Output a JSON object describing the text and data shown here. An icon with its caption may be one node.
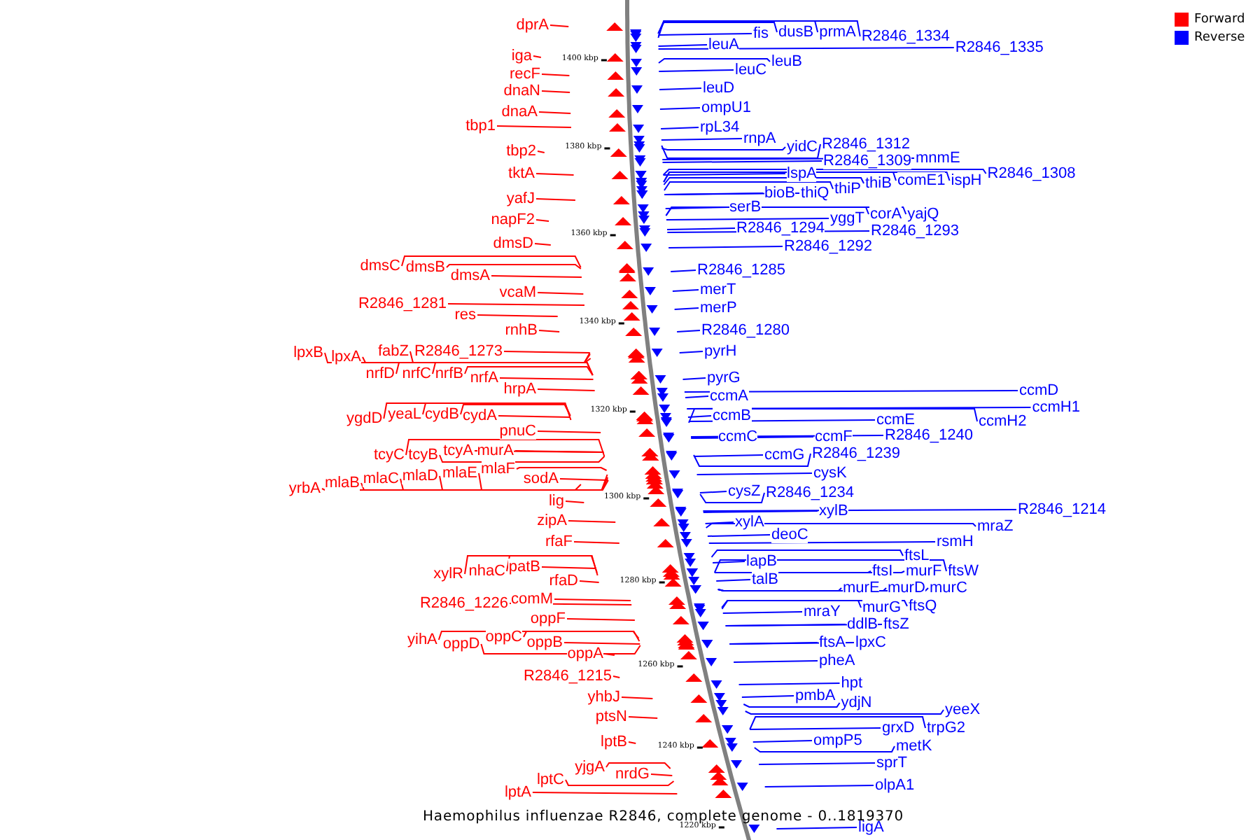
{
  "diagram": {
    "caption": "Haemophilus influenzae R2846, complete genome - 0..1819370",
    "nodes": [
      {
        "text": [
          "dprA"
        ]
      },
      {
        "text": [
          "iga"
        ]
      },
      {
        "text": [
          "recF"
        ]
      },
      {
        "text": [
          "dnaN"
        ]
      },
      {
        "text": [
          "dnaA"
        ]
      },
      {
        "text": [
          "tbp1"
        ]
      },
      {
        "text": [
          "tbp2"
        ]
      },
      {
        "text": [
          "tktA"
        ]
      },
      {
        "text": [
          "yafJ"
        ]
      },
      {
        "text": [
          "napF2"
        ]
      },
      {
        "text": [
          "dmsD"
        ]
      },
      {
        "text": [
          "dmsC"
        ]
      },
      {
        "text": [
          "dmsB"
        ]
      },
      {
        "text": [
          "dmsA"
        ]
      },
      {
        "text": [
          "vcaM"
        ]
      },
      {
        "text": [
          "R2846_1281"
        ]
      },
      {
        "text": [
          "res"
        ]
      },
      {
        "text": [
          "rnhB"
        ]
      },
      {
        "text": [
          "lpxB"
        ]
      },
      {
        "text": [
          "lpxA"
        ]
      },
      {
        "text": [
          "fabZ"
        ]
      },
      {
        "text": [
          "R2846_1273"
        ]
      },
      {
        "text": [
          "nrfD"
        ]
      },
      {
        "text": [
          "nrfC"
        ]
      },
      {
        "text": [
          "nrfB"
        ]
      },
      {
        "text": [
          "nrfA"
        ]
      },
      {
        "text": [
          "hrpA"
        ]
      },
      {
        "text": [
          "ygdD"
        ]
      },
      {
        "text": [
          "yeaL"
        ]
      },
      {
        "text": [
          "cydB"
        ]
      },
      {
        "text": [
          "cydA"
        ]
      },
      {
        "text": [
          "pnuC"
        ]
      },
      {
        "text": [
          "tcyC"
        ]
      },
      {
        "text": [
          "tcyB"
        ]
      },
      {
        "text": [
          "tcyA"
        ]
      },
      {
        "text": [
          "murA"
        ]
      },
      {
        "text": [
          "yrbA"
        ]
      },
      {
        "text": [
          "mlaB"
        ]
      },
      {
        "text": [
          "mlaC"
        ]
      },
      {
        "text": [
          "mlaD"
        ]
      },
      {
        "text": [
          "mlaE"
        ]
      },
      {
        "text": [
          "mlaF"
        ]
      },
      {
        "text": [
          "sodA"
        ]
      },
      {
        "text": [
          "lig"
        ]
      },
      {
        "text": [
          "zipA"
        ]
      },
      {
        "text": [
          "rfaF"
        ]
      },
      {
        "text": [
          "xylR"
        ]
      },
      {
        "text": [
          "nhaC"
        ]
      },
      {
        "text": [
          "patB"
        ]
      },
      {
        "text": [
          "rfaD"
        ]
      },
      {
        "text": [
          "R2846_1226"
        ]
      },
      {
        "text": [
          "comM"
        ]
      },
      {
        "text": [
          "oppF"
        ]
      },
      {
        "text": [
          "yihA"
        ]
      },
      {
        "text": [
          "oppD"
        ]
      },
      {
        "text": [
          "oppC"
        ]
      },
      {
        "text": [
          "oppB"
        ]
      },
      {
        "text": [
          "oppA"
        ]
      },
      {
        "text": [
          "R2846_1215"
        ]
      },
      {
        "text": [
          "yhbJ"
        ]
      },
      {
        "text": [
          "ptsN"
        ]
      },
      {
        "text": [
          "lptB"
        ]
      },
      {
        "text": [
          "yjgA"
        ]
      },
      {
        "text": [
          "lptC"
        ]
      },
      {
        "text": [
          "lptA"
        ]
      },
      {
        "text": [
          "nrdG"
        ]
      },
      {
        "text": [
          "fis"
        ]
      },
      {
        "text": [
          "dusB"
        ]
      },
      {
        "text": [
          "prmA"
        ]
      },
      {
        "text": [
          "R2846_1334"
        ]
      },
      {
        "text": [
          "R2846_1335"
        ]
      },
      {
        "text": [
          "leuA"
        ]
      },
      {
        "text": [
          "leuB"
        ]
      },
      {
        "text": [
          "leuC"
        ]
      },
      {
        "text": [
          "leuD"
        ]
      },
      {
        "text": [
          "ompU1"
        ]
      },
      {
        "text": [
          "rpL34"
        ]
      },
      {
        "text": [
          "rnpA"
        ]
      },
      {
        "text": [
          "yidC"
        ]
      },
      {
        "text": [
          "R2846_1312"
        ]
      },
      {
        "text": [
          "R2846_1309"
        ]
      },
      {
        "text": [
          "mnmE"
        ]
      },
      {
        "text": [
          "lspA"
        ]
      },
      {
        "text": [
          "R2846_1308"
        ]
      },
      {
        "text": [
          "bioB"
        ]
      },
      {
        "text": [
          "thiQ"
        ]
      },
      {
        "text": [
          "thiP"
        ]
      },
      {
        "text": [
          "thiB"
        ]
      },
      {
        "text": [
          "comE1"
        ]
      },
      {
        "text": [
          "ispH"
        ]
      },
      {
        "text": [
          "serB"
        ]
      },
      {
        "text": [
          "yggT"
        ]
      },
      {
        "text": [
          "corA"
        ]
      },
      {
        "text": [
          "yajQ"
        ]
      },
      {
        "text": [
          "R2846_1294"
        ]
      },
      {
        "text": [
          "R2846_1293"
        ]
      },
      {
        "text": [
          "R2846_1292"
        ]
      },
      {
        "text": [
          "R2846_1285"
        ]
      },
      {
        "text": [
          "merT"
        ]
      },
      {
        "text": [
          "merP"
        ]
      },
      {
        "text": [
          "R2846_1280"
        ]
      },
      {
        "text": [
          "pyrH"
        ]
      },
      {
        "text": [
          "pyrG"
        ]
      },
      {
        "text": [
          "ccmA"
        ]
      },
      {
        "text": [
          "ccmB"
        ]
      },
      {
        "text": [
          "ccmC"
        ]
      },
      {
        "text": [
          "ccmD"
        ]
      },
      {
        "text": [
          "ccmH1"
        ]
      },
      {
        "text": [
          "ccmE"
        ]
      },
      {
        "text": [
          "ccmH2"
        ]
      },
      {
        "text": [
          "ccmF"
        ]
      },
      {
        "text": [
          "R2846_1240"
        ]
      },
      {
        "text": [
          "ccmG"
        ]
      },
      {
        "text": [
          "R2846_1239"
        ]
      },
      {
        "text": [
          "cysK"
        ]
      },
      {
        "text": [
          "cysZ"
        ]
      },
      {
        "text": [
          "R2846_1234"
        ]
      },
      {
        "text": [
          "xylA"
        ]
      },
      {
        "text": [
          "xylB"
        ]
      },
      {
        "text": [
          "R2846_1214"
        ]
      },
      {
        "text": [
          "deoC"
        ]
      },
      {
        "text": [
          "mraZ"
        ]
      },
      {
        "text": [
          "rsmH"
        ]
      },
      {
        "text": [
          "lapB"
        ]
      },
      {
        "text": [
          "ftsL"
        ]
      },
      {
        "text": [
          "talB"
        ]
      },
      {
        "text": [
          "ftsI"
        ]
      },
      {
        "text": [
          "murF"
        ]
      },
      {
        "text": [
          "ftsW"
        ]
      },
      {
        "text": [
          "murE"
        ]
      },
      {
        "text": [
          "murD"
        ]
      },
      {
        "text": [
          "murC"
        ]
      },
      {
        "text": [
          "mraY"
        ]
      },
      {
        "text": [
          "murG"
        ]
      },
      {
        "text": [
          "ftsQ"
        ]
      },
      {
        "text": [
          "ddlB"
        ]
      },
      {
        "text": [
          "ftsZ"
        ]
      },
      {
        "text": [
          "ftsA"
        ]
      },
      {
        "text": [
          "lpxC"
        ]
      },
      {
        "text": [
          "pheA"
        ]
      },
      {
        "text": [
          "hpt"
        ]
      },
      {
        "text": [
          "pmbA"
        ]
      },
      {
        "text": [
          "ydjN"
        ]
      },
      {
        "text": [
          "yeeX"
        ]
      },
      {
        "text": [
          "grxD"
        ]
      },
      {
        "text": [
          "trpG2"
        ]
      },
      {
        "text": [
          "ompP5"
        ]
      },
      {
        "text": [
          "metK"
        ]
      },
      {
        "text": [
          "sprT"
        ]
      },
      {
        "text": [
          "olpA1"
        ]
      },
      {
        "text": [
          "ligA"
        ]
      }
    ],
    "edges": [
      {
        "from": 0,
        "to": null,
        "arrow": "none",
        "color": "#ff0000"
      },
      {
        "from": 1,
        "to": null,
        "arrow": "none",
        "color": "#ff0000"
      },
      {
        "from": 2,
        "to": null,
        "arrow": "none",
        "color": "#ff0000"
      },
      {
        "from": 3,
        "to": null,
        "arrow": "none",
        "color": "#ff0000"
      },
      {
        "from": 4,
        "to": null,
        "arrow": "none",
        "color": "#ff0000"
      },
      {
        "from": 5,
        "to": null,
        "arrow": "none",
        "color": "#ff0000"
      },
      {
        "from": 6,
        "to": null,
        "arrow": "none",
        "color": "#ff0000"
      },
      {
        "from": 7,
        "to": null,
        "arrow": "none",
        "color": "#ff0000"
      },
      {
        "from": 8,
        "to": null,
        "arrow": "none",
        "color": "#ff0000"
      },
      {
        "from": 9,
        "to": null,
        "arrow": "none",
        "color": "#ff0000"
      },
      {
        "from": 10,
        "to": null,
        "arrow": "none",
        "color": "#ff0000"
      },
      {
        "from": 11,
        "to": null,
        "arrow": "none",
        "color": "#ff0000"
      },
      {
        "from": 12,
        "to": null,
        "arrow": "none",
        "color": "#ff0000"
      },
      {
        "from": 13,
        "to": null,
        "arrow": "none",
        "color": "#ff0000"
      },
      {
        "from": 14,
        "to": null,
        "arrow": "none",
        "color": "#ff0000"
      },
      {
        "from": 15,
        "to": null,
        "arrow": "none",
        "color": "#ff0000"
      },
      {
        "from": 16,
        "to": null,
        "arrow": "none",
        "color": "#ff0000"
      },
      {
        "from": 17,
        "to": null,
        "arrow": "none",
        "color": "#ff0000"
      },
      {
        "from": 18,
        "to": null,
        "arrow": "none",
        "color": "#ff0000"
      },
      {
        "from": 19,
        "to": null,
        "arrow": "none",
        "color": "#ff0000"
      },
      {
        "from": 20,
        "to": null,
        "arrow": "none",
        "color": "#ff0000"
      },
      {
        "from": 21,
        "to": null,
        "arrow": "none",
        "color": "#ff0000"
      },
      {
        "from": 22,
        "to": null,
        "arrow": "none",
        "color": "#ff0000"
      },
      {
        "from": 23,
        "to": null,
        "arrow": "none",
        "color": "#ff0000"
      },
      {
        "from": 24,
        "to": null,
        "arrow": "none",
        "color": "#ff0000"
      },
      {
        "from": 25,
        "to": null,
        "arrow": "none",
        "color": "#ff0000"
      },
      {
        "from": 26,
        "to": null,
        "arrow": "none",
        "color": "#ff0000"
      },
      {
        "from": 27,
        "to": null,
        "arrow": "none",
        "color": "#ff0000"
      },
      {
        "from": 28,
        "to": null,
        "arrow": "none",
        "color": "#ff0000"
      },
      {
        "from": 29,
        "to": null,
        "arrow": "none",
        "color": "#ff0000"
      },
      {
        "from": 30,
        "to": null,
        "arrow": "none",
        "color": "#ff0000"
      },
      {
        "from": 31,
        "to": null,
        "arrow": "none",
        "color": "#ff0000"
      },
      {
        "from": 32,
        "to": null,
        "arrow": "none",
        "color": "#ff0000"
      },
      {
        "from": 33,
        "to": null,
        "arrow": "none",
        "color": "#ff0000"
      },
      {
        "from": 34,
        "to": null,
        "arrow": "none",
        "color": "#ff0000"
      },
      {
        "from": 35,
        "to": null,
        "arrow": "none",
        "color": "#ff0000"
      },
      {
        "from": 36,
        "to": null,
        "arrow": "none",
        "color": "#ff0000"
      },
      {
        "from": 37,
        "to": null,
        "arrow": "none",
        "color": "#ff0000"
      },
      {
        "from": 38,
        "to": null,
        "arrow": "none",
        "color": "#ff0000"
      },
      {
        "from": 39,
        "to": null,
        "arrow": "none",
        "color": "#ff0000"
      },
      {
        "from": 40,
        "to": null,
        "arrow": "none",
        "color": "#ff0000"
      },
      {
        "from": 41,
        "to": null,
        "arrow": "none",
        "color": "#ff0000"
      },
      {
        "from": 42,
        "to": null,
        "arrow": "none",
        "color": "#ff0000"
      },
      {
        "from": 43,
        "to": null,
        "arrow": "none",
        "color": "#ff0000"
      },
      {
        "from": 44,
        "to": null,
        "arrow": "none",
        "color": "#ff0000"
      },
      {
        "from": 45,
        "to": null,
        "arrow": "none",
        "color": "#ff0000"
      },
      {
        "from": 46,
        "to": null,
        "arrow": "none",
        "color": "#ff0000"
      },
      {
        "from": 47,
        "to": null,
        "arrow": "none",
        "color": "#ff0000"
      },
      {
        "from": 48,
        "to": null,
        "arrow": "none",
        "color": "#ff0000"
      },
      {
        "from": 49,
        "to": null,
        "arrow": "none",
        "color": "#ff0000"
      },
      {
        "from": 50,
        "to": null,
        "arrow": "none",
        "color": "#ff0000"
      },
      {
        "from": 51,
        "to": null,
        "arrow": "none",
        "color": "#ff0000"
      },
      {
        "from": 52,
        "to": null,
        "arrow": "none",
        "color": "#ff0000"
      },
      {
        "from": 53,
        "to": null,
        "arrow": "none",
        "color": "#ff0000"
      },
      {
        "from": 54,
        "to": null,
        "arrow": "none",
        "color": "#ff0000"
      },
      {
        "from": 55,
        "to": null,
        "arrow": "none",
        "color": "#ff0000"
      },
      {
        "from": 56,
        "to": null,
        "arrow": "none",
        "color": "#ff0000"
      },
      {
        "from": 57,
        "to": null,
        "arrow": "none",
        "color": "#ff0000"
      },
      {
        "from": 58,
        "to": null,
        "arrow": "none",
        "color": "#ff0000"
      },
      {
        "from": 59,
        "to": null,
        "arrow": "none",
        "color": "#ff0000"
      },
      {
        "from": 60,
        "to": null,
        "arrow": "none",
        "color": "#ff0000"
      },
      {
        "from": 61,
        "to": null,
        "arrow": "none",
        "color": "#ff0000"
      },
      {
        "from": 62,
        "to": null,
        "arrow": "none",
        "color": "#ff0000"
      },
      {
        "from": 63,
        "to": null,
        "arrow": "none",
        "color": "#ff0000"
      },
      {
        "from": 64,
        "to": null,
        "arrow": "none",
        "color": "#ff0000"
      },
      {
        "from": 65,
        "to": null,
        "arrow": "none",
        "color": "#ff0000"
      },
      {
        "from": 66,
        "to": null,
        "arrow": "none"
      },
      {
        "from": 67,
        "to": null,
        "arrow": "none"
      },
      {
        "from": 68,
        "to": null,
        "arrow": "none"
      },
      {
        "from": 69,
        "to": null,
        "arrow": "none"
      },
      {
        "from": 70,
        "to": null,
        "arrow": "none"
      },
      {
        "from": 71,
        "to": null,
        "arrow": "none"
      },
      {
        "from": 72,
        "to": null,
        "arrow": "none"
      },
      {
        "from": 73,
        "to": null,
        "arrow": "none"
      },
      {
        "from": 74,
        "to": null,
        "arrow": "none"
      },
      {
        "from": 75,
        "to": null,
        "arrow": "none"
      },
      {
        "from": 76,
        "to": null,
        "arrow": "none"
      },
      {
        "from": 77,
        "to": null,
        "arrow": "none"
      },
      {
        "from": 78,
        "to": null,
        "arrow": "none"
      },
      {
        "from": 79,
        "to": null,
        "arrow": "none"
      },
      {
        "from": 80,
        "to": null,
        "arrow": "none"
      },
      {
        "from": 81,
        "to": null,
        "arrow": "none"
      },
      {
        "from": 82,
        "to": null,
        "arrow": "none"
      },
      {
        "from": 83,
        "to": null,
        "arrow": "none"
      },
      {
        "from": 84,
        "to": null,
        "arrow": "none"
      },
      {
        "from": 85,
        "to": null,
        "arrow": "none"
      },
      {
        "from": 86,
        "to": null,
        "arrow": "none"
      },
      {
        "from": 87,
        "to": null,
        "arrow": "none"
      },
      {
        "from": 88,
        "to": null,
        "arrow": "none"
      },
      {
        "from": 89,
        "to": null,
        "arrow": "none"
      },
      {
        "from": 90,
        "to": null,
        "arrow": "none"
      },
      {
        "from": 91,
        "to": null,
        "arrow": "none"
      },
      {
        "from": 92,
        "to": null,
        "arrow": "none"
      },
      {
        "from": 93,
        "to": null,
        "arrow": "none"
      },
      {
        "from": 94,
        "to": null,
        "arrow": "none"
      },
      {
        "from": 95,
        "to": null,
        "arrow": "none"
      },
      {
        "from": 96,
        "to": null,
        "arrow": "none"
      },
      {
        "from": 97,
        "to": null,
        "arrow": "none"
      },
      {
        "from": 98,
        "to": null,
        "arrow": "none"
      },
      {
        "from": 99,
        "to": null,
        "arrow": "none"
      },
      {
        "from": 100,
        "to": null,
        "arrow": "none"
      },
      {
        "from": 101,
        "to": null,
        "arrow": "none"
      },
      {
        "from": 102,
        "to": null,
        "arrow": "none"
      },
      {
        "from": 103,
        "to": null,
        "arrow": "none"
      },
      {
        "from": 104,
        "to": null,
        "arrow": "none"
      },
      {
        "from": 105,
        "to": null,
        "arrow": "none"
      },
      {
        "from": 106,
        "to": null,
        "arrow": "none"
      },
      {
        "from": 107,
        "to": null,
        "arrow": "none"
      },
      {
        "from": 108,
        "to": null,
        "arrow": "none"
      },
      {
        "from": 109,
        "to": null,
        "arrow": "none"
      },
      {
        "from": 110,
        "to": null,
        "arrow": "none"
      },
      {
        "from": 111,
        "to": null,
        "arrow": "none"
      },
      {
        "from": 112,
        "to": null,
        "arrow": "none"
      },
      {
        "from": 113,
        "to": null,
        "arrow": "none"
      },
      {
        "from": 114,
        "to": null,
        "arrow": "none"
      },
      {
        "from": 115,
        "to": null,
        "arrow": "none"
      },
      {
        "from": 116,
        "to": null,
        "arrow": "none"
      },
      {
        "from": 117,
        "to": null,
        "arrow": "none"
      },
      {
        "from": 118,
        "to": null,
        "arrow": "none"
      },
      {
        "from": 119,
        "to": null,
        "arrow": "none"
      },
      {
        "from": 120,
        "to": null,
        "arrow": "none"
      },
      {
        "from": 121,
        "to": null,
        "arrow": "none"
      },
      {
        "from": 122,
        "to": null,
        "arrow": "none"
      },
      {
        "from": 123,
        "to": null,
        "arrow": "none"
      },
      {
        "from": 124,
        "to": null,
        "arrow": "none"
      },
      {
        "from": 125,
        "to": null,
        "arrow": "none"
      },
      {
        "from": 126,
        "to": null,
        "arrow": "none"
      },
      {
        "from": 127,
        "to": null,
        "arrow": "none"
      },
      {
        "from": 128,
        "to": null,
        "arrow": "none"
      },
      {
        "from": 129,
        "to": null,
        "arrow": "none"
      },
      {
        "from": 130,
        "to": null,
        "arrow": "none"
      },
      {
        "from": 131,
        "to": null,
        "arrow": "none"
      },
      {
        "from": 132,
        "to": null,
        "arrow": "none"
      },
      {
        "from": 133,
        "to": null,
        "arrow": "none"
      },
      {
        "from": 134,
        "to": null,
        "arrow": "none"
      },
      {
        "from": 135,
        "to": null,
        "arrow": "none"
      },
      {
        "from": 136,
        "to": null,
        "arrow": "none"
      },
      {
        "from": 137,
        "to": null,
        "arrow": "none"
      },
      {
        "from": 138,
        "to": null,
        "arrow": "none"
      },
      {
        "from": 139,
        "to": null,
        "arrow": "none"
      },
      {
        "from": 140,
        "to": null,
        "arrow": "none"
      },
      {
        "from": 141,
        "to": null,
        "arrow": "none"
      },
      {
        "from": 142,
        "to": null,
        "arrow": "none"
      },
      {
        "from": 143,
        "to": null,
        "arrow": "none"
      },
      {
        "from": 144,
        "to": null,
        "arrow": "none"
      },
      {
        "from": 145,
        "to": null,
        "arrow": "none"
      },
      {
        "from": 146,
        "to": null,
        "arrow": "none"
      },
      {
        "from": 147,
        "to": null,
        "arrow": "none"
      },
      {
        "from": 148,
        "to": null,
        "arrow": "none"
      },
      {
        "from": 149,
        "to": null,
        "arrow": "none"
      },
      {
        "from": 150,
        "to": null,
        "arrow": "none"
      }
    ],
    "labels": [
      "1400 kbp",
      "1380 kbp",
      "1360 kbp",
      "1340 kbp",
      "1320 kbp",
      "1300 kbp",
      "1280 kbp",
      "1260 kbp",
      "1240 kbp",
      "1220 kbp"
    ],
    "legend": [
      {
        "text": "Forward",
        "color": "#ff0000"
      },
      {
        "text": "Reverse",
        "color": "#0000ff"
      }
    ]
  }
}
